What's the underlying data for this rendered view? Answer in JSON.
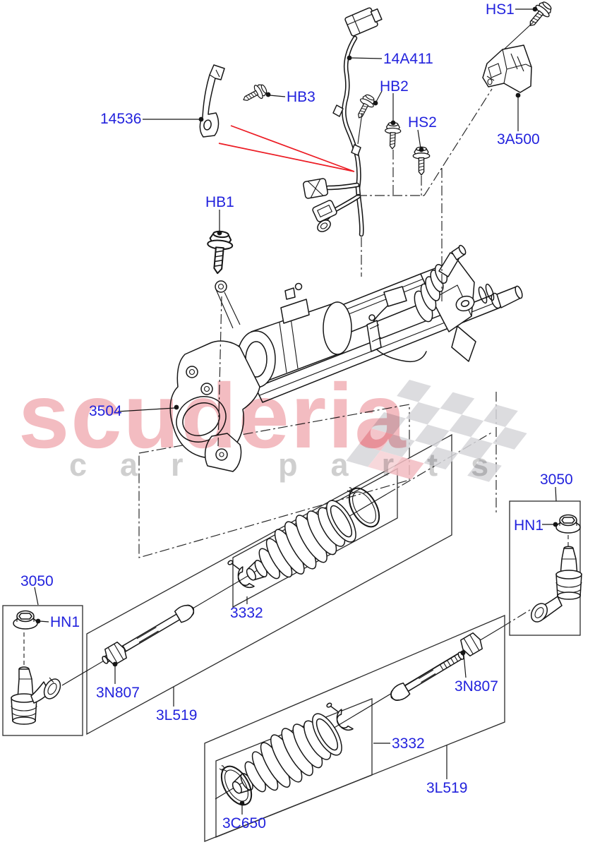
{
  "diagram_title": "Steering gear exploded parts diagram",
  "colors": {
    "callout_blue": "#2222dd",
    "accent_red": "#ec1c24",
    "brand_pink": "#f3bcc1",
    "sub_gray": "#cfcfcf",
    "line_black": "#161616",
    "flag_gray": "#d6d6da"
  },
  "watermark": {
    "brand": "scuderia",
    "sub": "car parts"
  },
  "labels": {
    "p14536": "14536",
    "hb3": "HB3",
    "p14a411": "14A411",
    "hb2": "HB2",
    "hs2": "HS2",
    "hs1": "HS1",
    "p3a500": "3A500",
    "hb1": "HB1",
    "p3504": "3504",
    "p3050_right": "3050",
    "hn1_right": "HN1",
    "p3050_left": "3050",
    "hn1_left": "HN1",
    "p3n807_left": "3N807",
    "p3l519_left": "3L519",
    "p3332_upper": "3332",
    "p3332_lower": "3332",
    "p3n807_right": "3N807",
    "p3l519_right": "3L519",
    "p3c650": "3C650"
  }
}
